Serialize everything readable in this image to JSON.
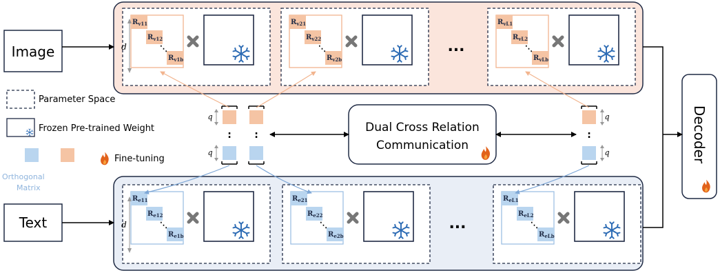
{
  "inputs": {
    "image": "Image",
    "text": "Text"
  },
  "decoder": {
    "label": "Decoder"
  },
  "center_module": {
    "line1": "Dual Cross Relation",
    "line2": "Communication"
  },
  "legend": {
    "parameter_space": "Parameter Space",
    "frozen_weight": "Frozen Pre-trained Weight",
    "fine_tuning": "Fine-tuning",
    "orthogonal_line1": "Orthogonal",
    "orthogonal_line2": "Matrix"
  },
  "dims": {
    "d": "d",
    "q": "q",
    "dots_h": "...",
    "dots_v": ":"
  },
  "vision_blocks": [
    {
      "r1": "R",
      "s1": "v11",
      "r2": "R",
      "s2": "v12",
      "r3": "R",
      "s3": "v1b"
    },
    {
      "r1": "R",
      "s1": "v21",
      "r2": "R",
      "s2": "v22",
      "r3": "R",
      "s3": "v2b"
    },
    {
      "r1": "R",
      "s1": "vL1",
      "r2": "R",
      "s2": "vL2",
      "r3": "R",
      "s3": "vLb"
    }
  ],
  "text_blocks": [
    {
      "r1": "R",
      "s1": "e11",
      "r2": "R",
      "s2": "e12",
      "r3": "R",
      "s3": "e1b"
    },
    {
      "r1": "R",
      "s1": "e21",
      "r2": "R",
      "s2": "e22",
      "r3": "R",
      "s3": "e2b"
    },
    {
      "r1": "R",
      "s1": "eL1",
      "r2": "R",
      "s2": "eL2",
      "r3": "R",
      "s3": "eLb"
    }
  ],
  "colors": {
    "vision_panel": "#fbe5dc",
    "text_panel": "#e9eef6",
    "orange": "#f5c4a4",
    "orange_line": "#f2b48e",
    "blue": "#b9d5ef",
    "blue_line": "#9dbfe3",
    "dark": "#1f2a44",
    "snow": "#2f6db5",
    "flame": "#e2621b",
    "legend_orth": "#8fb4dd"
  }
}
